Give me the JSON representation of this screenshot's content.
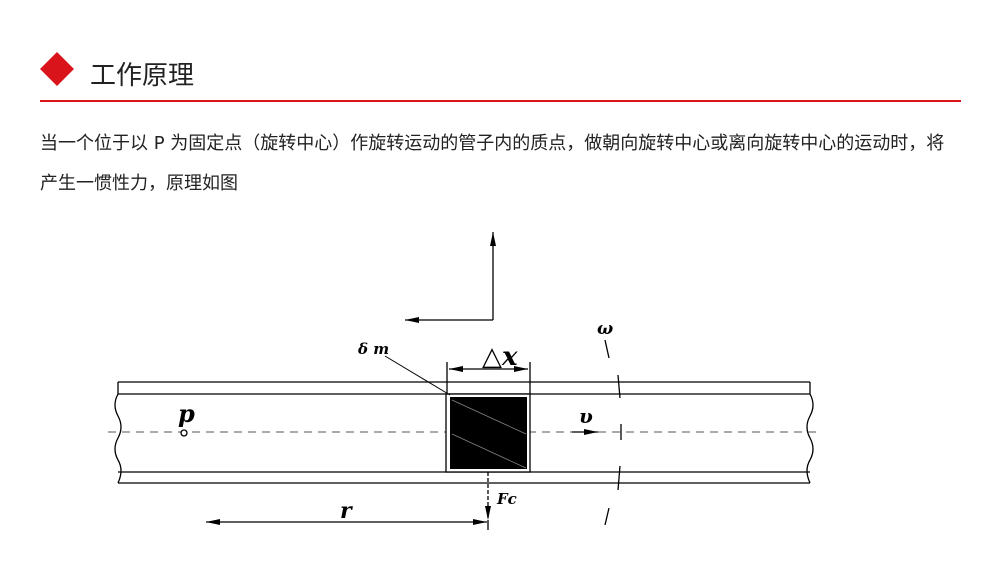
{
  "header": {
    "title": "工作原理",
    "accent_color": "#d9141b"
  },
  "description": "当一个位于以 P 为固定点（旋转中心）作旋转运动的管子内的质点，做朝向旋转中心或离向旋转中心的运动时，将产生一惯性力，原理如图",
  "diagram": {
    "labels": {
      "mass": "δ m",
      "delta_x": "△x",
      "omega": "ω",
      "p": "p",
      "v": "υ",
      "fc": "Fc",
      "r": "r"
    }
  }
}
